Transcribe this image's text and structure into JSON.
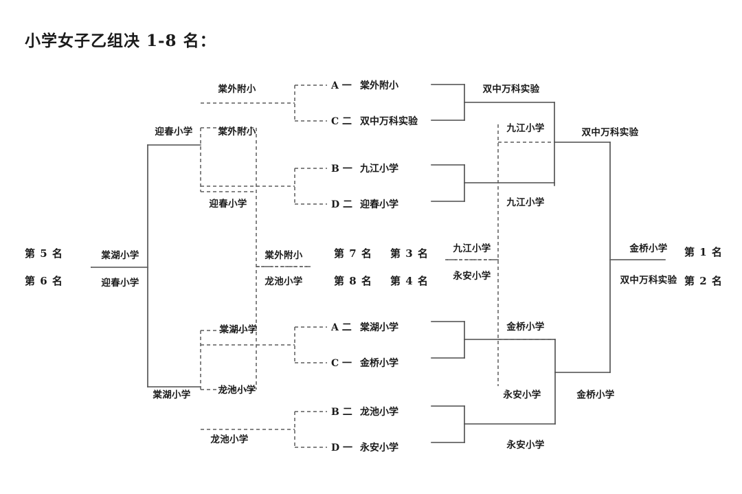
{
  "title": "小学女子乙组决 1-8 名：",
  "colors": {
    "line_solid": "#4a4a4a",
    "line_dashed": "#5a5a5a",
    "text": "#1a1a1a",
    "background": "#ffffff"
  },
  "matches": {
    "a1": {
      "code": "A 一",
      "team": "棠外附小"
    },
    "c2": {
      "code": "C 二",
      "team": "双中万科实验"
    },
    "b1": {
      "code": "B 一",
      "team": "九江小学"
    },
    "d2": {
      "code": "D 二",
      "team": "迎春小学"
    },
    "a2": {
      "code": "A 二",
      "team": "棠湖小学"
    },
    "c1": {
      "code": "C 一",
      "team": "金桥小学"
    },
    "b2": {
      "code": "B 二",
      "team": "龙池小学"
    },
    "d1": {
      "code": "D 一",
      "team": "永安小学"
    }
  },
  "left_bracket": {
    "r1_top_upper": "棠外附小",
    "r1_top_lower": "棠外附小",
    "r1_mid_upper": "迎春小学",
    "r1_mid_lower": "迎春小学",
    "r1_bot_upper": "棠湖小学",
    "r1_bot_lower": "龙池小学",
    "r1_bot2": "龙池小学",
    "outer_upper": "棠湖小学",
    "outer_lower": "棠湖小学",
    "fifth_team": "棠湖小学",
    "sixth_team": "迎春小学"
  },
  "right_bracket": {
    "semi_top_label": "双中万科实验",
    "semi_top_lower": "九江小学",
    "semi_top_lower2": "九江小学",
    "semi_bot_label": "金桥小学",
    "semi_bot_lower": "永安小学",
    "semi_bot_lower2": "永安小学",
    "final_upper": "双中万科实验",
    "final_lower": "金桥小学",
    "champion": "金桥小学",
    "runner_up": "双中万科实验"
  },
  "consolation": {
    "seventh_team": "棠外附小",
    "eighth_team": "龙池小学",
    "third_team": "九江小学",
    "fourth_team": "永安小学"
  },
  "ranks": {
    "first": "第 1 名",
    "second": "第 2 名",
    "third": "第 3 名",
    "fourth": "第 4 名",
    "fifth": "第 5 名",
    "sixth": "第 6 名",
    "seventh": "第 7 名",
    "eighth": "第 8 名",
    "seventh_mid": "第 7 名",
    "eighth_mid": "第 8 名"
  }
}
